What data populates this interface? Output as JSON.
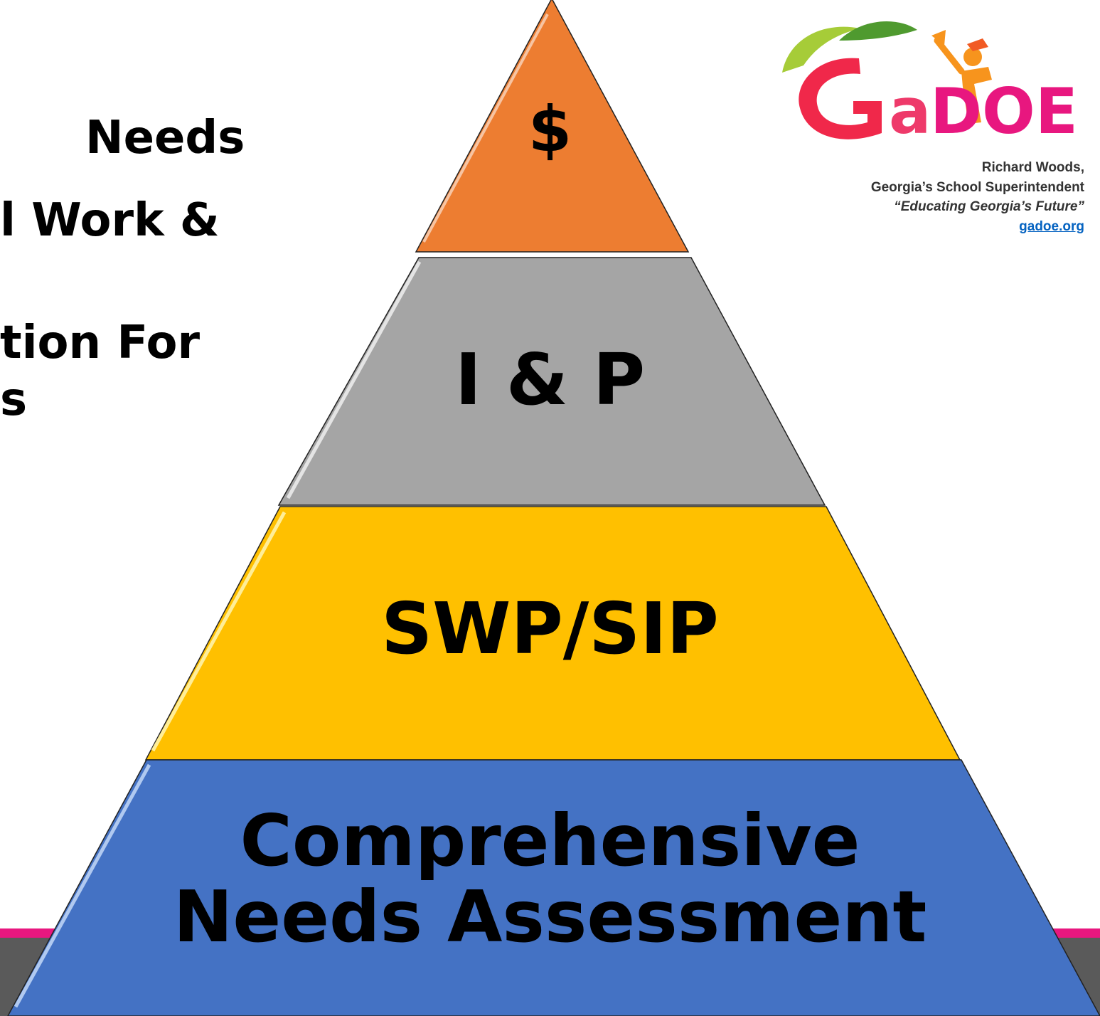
{
  "background_text": {
    "line1": "Needs",
    "line2": "l Work &",
    "line3": "tion For",
    "line4": "s"
  },
  "pyramid": {
    "tiers": [
      {
        "label": "$",
        "color": "#ed7d31"
      },
      {
        "label": "I & P",
        "color": "#a5a5a5"
      },
      {
        "label": "SWP/SIP",
        "color": "#ffc000"
      },
      {
        "label": "Comprehensive Needs Assessment",
        "color": "#4472c4"
      }
    ]
  },
  "branding": {
    "logo_text_a": "a",
    "logo_text_doe": "DOE",
    "name": "Richard Woods,",
    "title": "Georgia’s School Superintendent",
    "tagline": "“Educating Georgia’s Future”",
    "website": "gadoe.org",
    "colors": {
      "leaf": "#4f9a2f",
      "orange": "#f7941d",
      "pink": "#e8177f",
      "link": "#0563c1"
    }
  },
  "footer": {
    "band_color": "#5a5a5a",
    "accent_color": "#e8177f"
  }
}
